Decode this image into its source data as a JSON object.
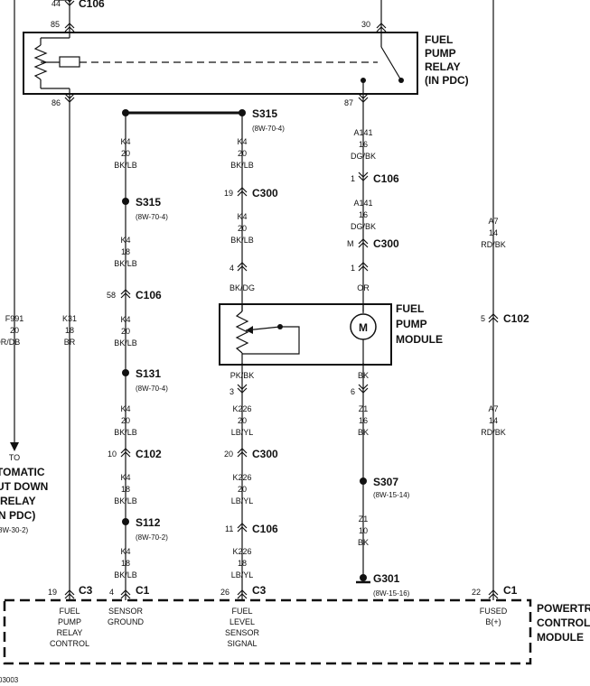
{
  "top_connector": {
    "pin": "44",
    "name": "C106"
  },
  "relay": {
    "name_lines": [
      "FUEL",
      "PUMP",
      "RELAY",
      "(IN PDC)"
    ],
    "pins": {
      "p85": "85",
      "p30": "30",
      "p86": "86",
      "p87": "87"
    }
  },
  "pump_module": {
    "name_lines": [
      "FUEL",
      "PUMP",
      "MODULE"
    ],
    "motor_symbol": "M"
  },
  "pcm": {
    "name_lines": [
      "POWERTR",
      "CONTROL",
      "MODULE"
    ]
  },
  "splices": {
    "s315_top": {
      "name": "S315",
      "ref": "(8W-70-4)"
    },
    "s315_left": {
      "name": "S315",
      "ref": "(8W-70-4)"
    },
    "s131": {
      "name": "S131",
      "ref": "(8W-70-4)"
    },
    "s112": {
      "name": "S112",
      "ref": "(8W-70-2)"
    },
    "s307": {
      "name": "S307",
      "ref": "(8W-15-14)"
    },
    "g301": {
      "name": "G301",
      "ref": "(8W-15-16)"
    }
  },
  "wires": {
    "k4_a": [
      "K4",
      "20",
      "BK/LB"
    ],
    "k4_b": [
      "K4",
      "18",
      "BK/LB"
    ],
    "k4_c": [
      "K4",
      "20",
      "BK/LB"
    ],
    "k4_d": [
      "K4",
      "20",
      "BK/LB"
    ],
    "k4_e": [
      "K4",
      "18",
      "BK/LB"
    ],
    "k4_f": [
      "K4",
      "18",
      "BK/LB"
    ],
    "k4_m1": [
      "K4",
      "20",
      "BK/LB"
    ],
    "k4_m2": [
      "K4",
      "20",
      "BK/LB"
    ],
    "bkdg": [
      "BK/DG"
    ],
    "pkbk": [
      "PK/BK"
    ],
    "k226_a": [
      "K226",
      "20",
      "LB/YL"
    ],
    "k226_b": [
      "K226",
      "20",
      "LB/YL"
    ],
    "k226_c": [
      "K226",
      "18",
      "LB/YL"
    ],
    "a141_a": [
      "A141",
      "16",
      "DG/BK"
    ],
    "a141_b": [
      "A141",
      "16",
      "DG/BK"
    ],
    "or": [
      "OR"
    ],
    "bk": [
      "BK"
    ],
    "z1_a": [
      "Z1",
      "16",
      "BK"
    ],
    "z1_b": [
      "Z1",
      "10",
      "BK"
    ],
    "a7_a": [
      "A7",
      "14",
      "RD/BK"
    ],
    "a7_b": [
      "A7",
      "14",
      "RD/BK"
    ],
    "f991": [
      "F991",
      "20",
      "OR/DB"
    ],
    "k31": [
      "K31",
      "18",
      "BR"
    ]
  },
  "connectors": {
    "c106_l": {
      "pin": "58",
      "name": "C106"
    },
    "c102_l": {
      "pin": "10",
      "name": "C102"
    },
    "c300_m1": {
      "pin": "19",
      "name": "C300"
    },
    "c300_m2": {
      "pin": "4",
      "name": ""
    },
    "c300_m3": {
      "pin": "20",
      "name": "C300"
    },
    "c106_m": {
      "pin": "11",
      "name": "C106"
    },
    "pk_pin": {
      "pin": "3",
      "name": ""
    },
    "c106_r": {
      "pin": "1",
      "name": "C106"
    },
    "c300_r": {
      "pin": "M",
      "name": "C300"
    },
    "c300_r2": {
      "pin": "1",
      "name": ""
    },
    "bk_pin": {
      "pin": "6",
      "name": ""
    },
    "c102_r": {
      "pin": "5",
      "name": "C102"
    }
  },
  "asd_ref": {
    "lines": [
      "TO",
      "TOMATIC",
      "UT DOWN",
      "RELAY",
      "N PDC)",
      "8W-30-2)"
    ]
  },
  "pcm_pins": [
    {
      "pin": "19",
      "conn": "C3",
      "desc": [
        "FUEL",
        "PUMP",
        "RELAY",
        "CONTROL"
      ]
    },
    {
      "pin": "4",
      "conn": "C1",
      "desc": [
        "SENSOR",
        "GROUND"
      ]
    },
    {
      "pin": "26",
      "conn": "C3",
      "desc": [
        "FUEL",
        "LEVEL",
        "SENSOR",
        "SIGNAL"
      ]
    },
    {
      "pin": "22",
      "conn": "C1",
      "desc": [
        "FUSED",
        "B(+)"
      ]
    }
  ],
  "figure_id": "03003"
}
